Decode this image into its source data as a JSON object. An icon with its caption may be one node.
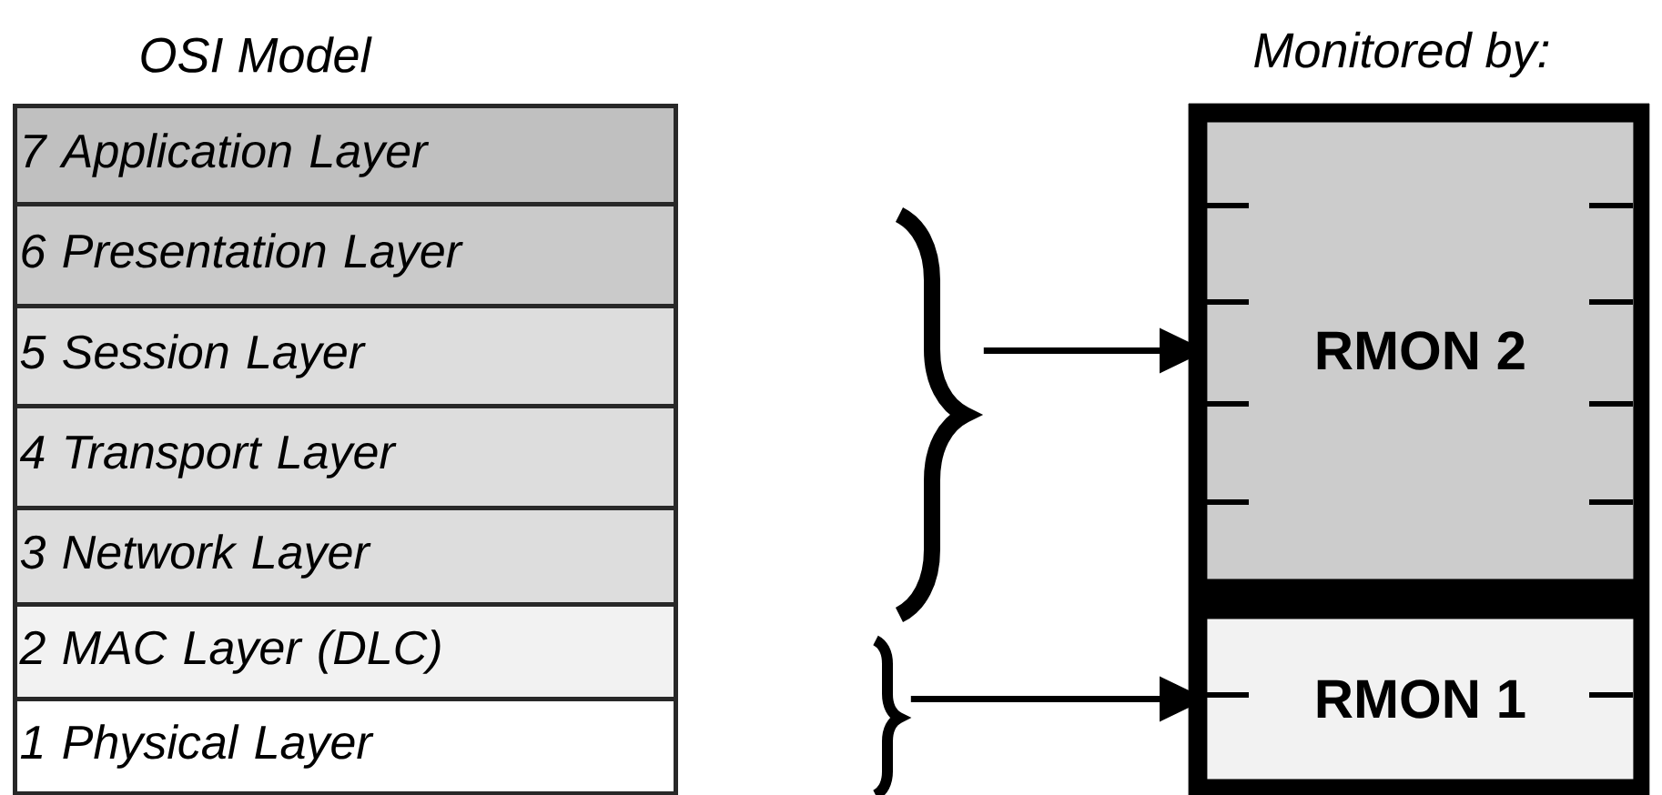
{
  "diagram": {
    "nodes": [
      {
        "text": [
          "7 Application Layer"
        ]
      },
      {
        "text": [
          "6 Presentation Layer"
        ]
      },
      {
        "text": [
          "5 Session Layer"
        ]
      },
      {
        "text": [
          "4 Transport Layer"
        ]
      },
      {
        "text": [
          "3 Network Layer"
        ]
      },
      {
        "text": [
          "2 MAC Layer  (DLC)"
        ]
      },
      {
        "text": [
          "1 Physical Layer"
        ]
      },
      {
        "text": [
          "RMON 2"
        ]
      },
      {
        "text": [
          "RMON 1"
        ]
      },
      {
        "text": [],
        "shape": "brace"
      },
      {
        "text": [],
        "shape": "brace"
      }
    ],
    "edges": [
      {
        "from": 9,
        "to": 7,
        "arrow": "to"
      },
      {
        "from": 10,
        "to": 8,
        "arrow": "to"
      }
    ],
    "labels": [
      "OSI Model",
      "Monitored by:"
    ]
  }
}
